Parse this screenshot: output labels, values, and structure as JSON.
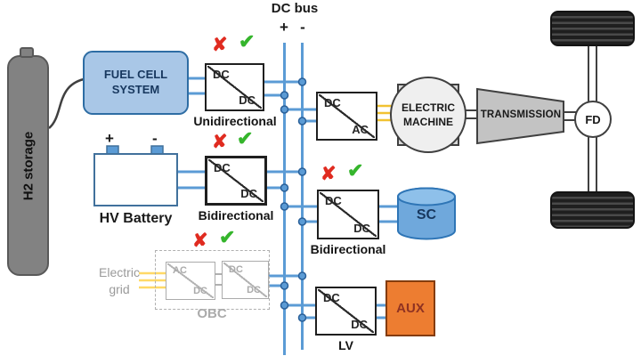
{
  "bus": {
    "label": "DC bus",
    "plus": "+",
    "minus": "-"
  },
  "h2_storage": {
    "label": "H2 storage"
  },
  "fuel_cell": {
    "label": "FUEL CELL SYSTEM"
  },
  "converters": {
    "unidirectional": {
      "in": "DC",
      "out": "DC",
      "label": "Unidirectional"
    },
    "battery_bidirectional": {
      "in": "DC",
      "out": "DC",
      "label": "Bidirectional"
    },
    "dc_ac": {
      "in": "DC",
      "out": "AC"
    },
    "sc_bidirectional": {
      "in": "DC",
      "out": "DC",
      "label": "Bidirectional"
    },
    "lv": {
      "in": "DC",
      "out": "DC",
      "label": "LV"
    },
    "obc_ac_dc": {
      "in": "AC",
      "out": "DC"
    },
    "obc_dc_dc": {
      "in": "DC",
      "out": "DC"
    }
  },
  "battery": {
    "label": "HV Battery",
    "plus": "+",
    "minus": "-"
  },
  "electric_machine": {
    "label": "ELECTRIC MACHINE"
  },
  "transmission": {
    "label": "TRANSMISSION"
  },
  "fd": {
    "label": "FD"
  },
  "sc": {
    "label": "SC"
  },
  "aux": {
    "label": "AUX"
  },
  "obc": {
    "label": "OBC"
  },
  "electric_grid": {
    "label": "Electric grid"
  },
  "marks": {
    "cross": "✘",
    "check": "✔"
  },
  "colors": {
    "line_blue": "#5b9bd5",
    "fuel_cell_fill": "#a9c7e7",
    "fuel_cell_border": "#2e6da4",
    "tank_gray": "#828282",
    "machine_fill": "#efefef",
    "transmission_fill": "#c3c3c3",
    "sc_fill": "#6fa8dc",
    "aux_orange": "#ed7d31",
    "yellow_ac": "#f1c232",
    "yellow_grid": "#ffd966",
    "cross_red": "#e02b20",
    "check_green": "#35b52c"
  }
}
